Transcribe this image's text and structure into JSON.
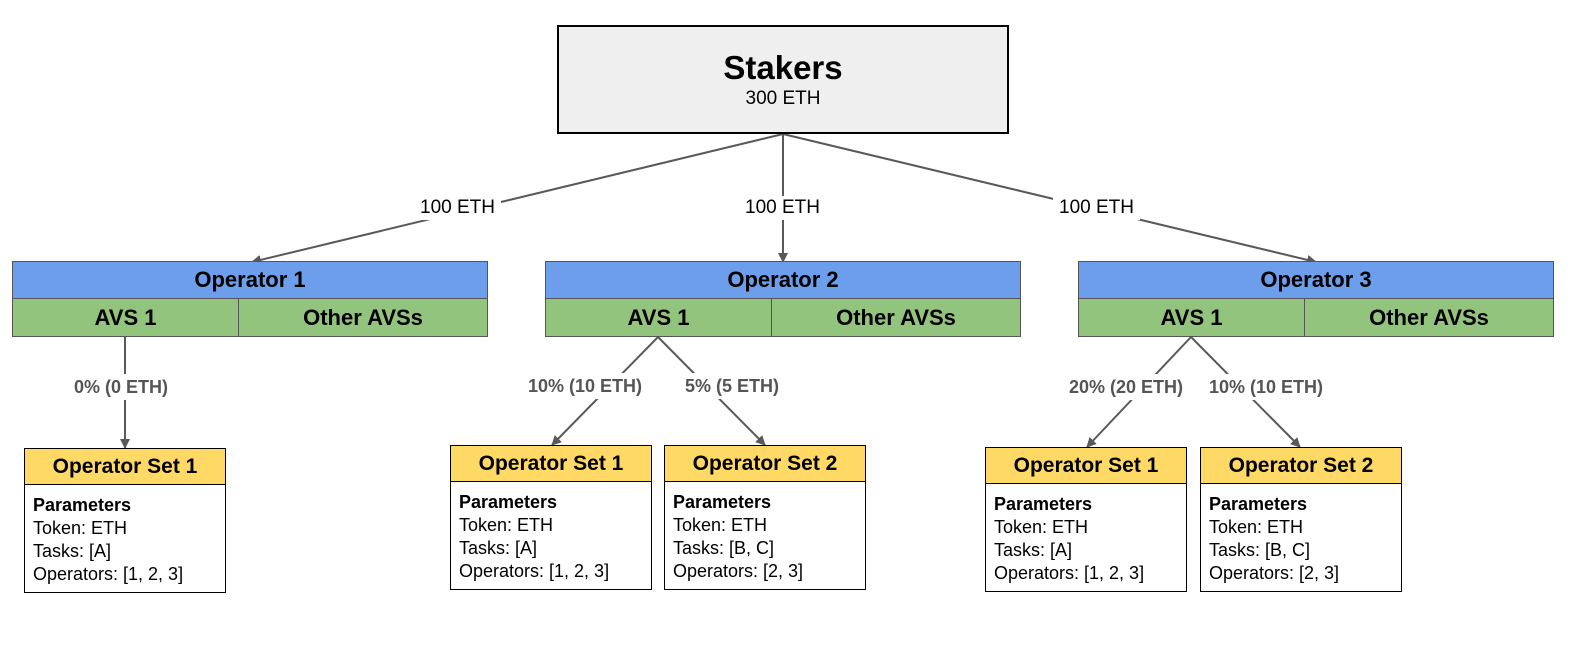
{
  "stakers": {
    "title": "Stakers",
    "amount": "300 ETH"
  },
  "flows": [
    "100 ETH",
    "100 ETH",
    "100 ETH"
  ],
  "operators": [
    {
      "name": "Operator 1",
      "avs": "AVS 1",
      "other": "Other AVSs"
    },
    {
      "name": "Operator 2",
      "avs": "AVS 1",
      "other": "Other AVSs"
    },
    {
      "name": "Operator 3",
      "avs": "AVS 1",
      "other": "Other AVSs"
    }
  ],
  "allocations": [
    "0% (0 ETH)",
    "10% (10 ETH)",
    "5% (5 ETH)",
    "20% (20 ETH)",
    "10% (10 ETH)"
  ],
  "operator_sets": [
    {
      "title": "Operator Set 1",
      "params": "Parameters",
      "token": "Token: ETH",
      "tasks": "Tasks: [A]",
      "operators": "Operators: [1, 2, 3]"
    },
    {
      "title": "Operator Set 1",
      "params": "Parameters",
      "token": "Token: ETH",
      "tasks": "Tasks: [A]",
      "operators": "Operators: [1, 2, 3]"
    },
    {
      "title": "Operator Set 2",
      "params": "Parameters",
      "token": "Token: ETH",
      "tasks": "Tasks: [B, C]",
      "operators": "Operators: [2, 3]"
    },
    {
      "title": "Operator Set 1",
      "params": "Parameters",
      "token": "Token: ETH",
      "tasks": "Tasks: [A]",
      "operators": "Operators: [1, 2, 3]"
    },
    {
      "title": "Operator Set 2",
      "params": "Parameters",
      "token": "Token: ETH",
      "tasks": "Tasks: [B, C]",
      "operators": "Operators: [2, 3]"
    }
  ],
  "colors": {
    "operator": "#6d9eeb",
    "avs": "#93c47d",
    "operator_set": "#ffd966",
    "stakers": "#efefef",
    "edge": "#595959"
  }
}
